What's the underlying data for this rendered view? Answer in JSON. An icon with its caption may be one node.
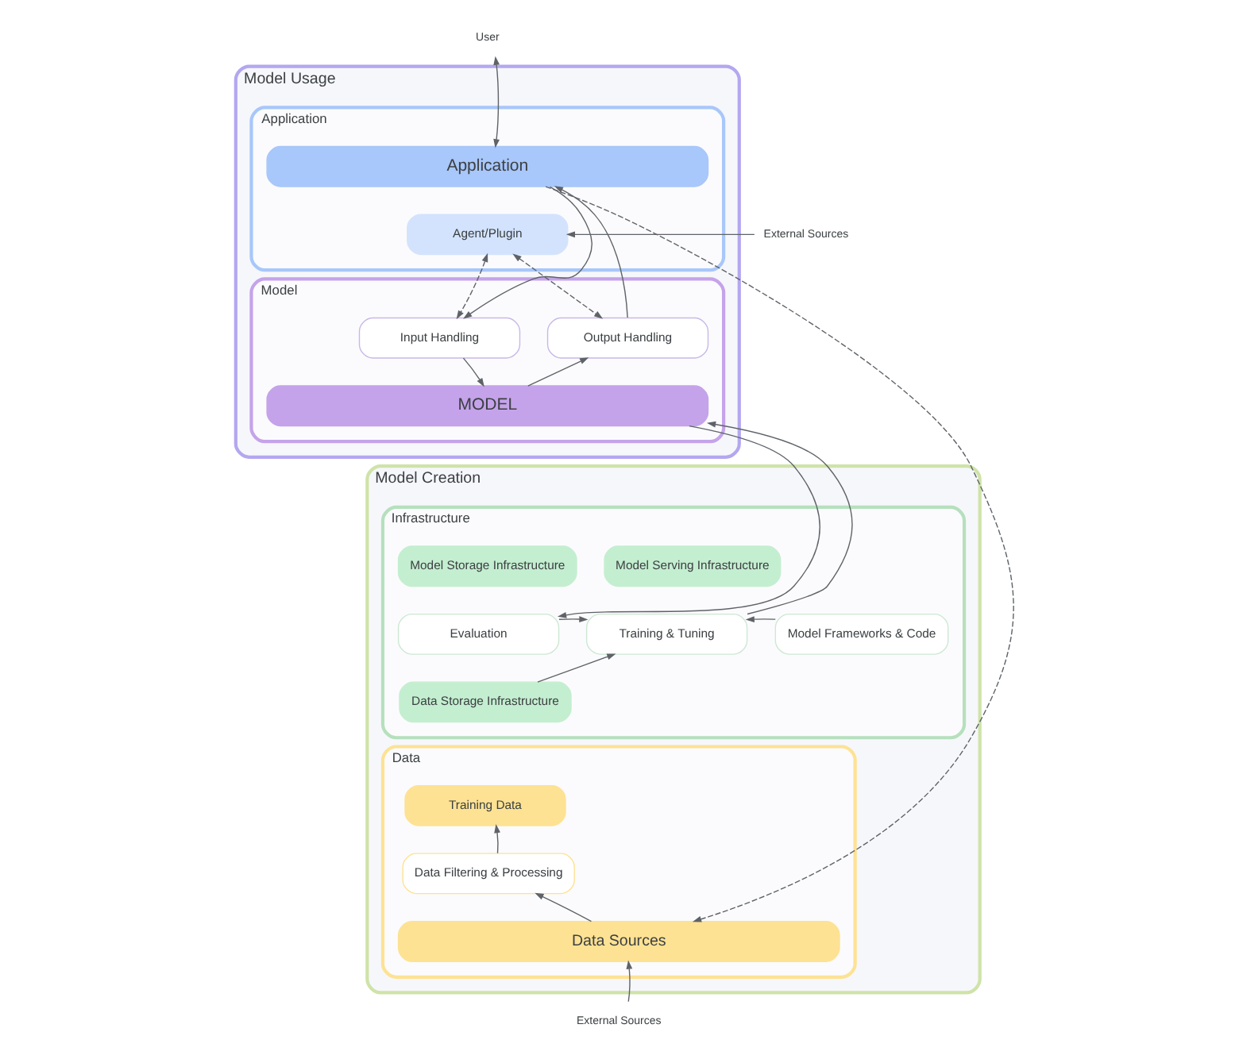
{
  "diagram": {
    "nodes": [
      {
        "text": [
          "User"
        ]
      },
      {
        "text": [
          "Model Usage"
        ]
      },
      {
        "text": [
          "Application"
        ],
        "in": 1
      },
      {
        "text": [
          "Application"
        ],
        "in": 2
      },
      {
        "text": [
          "Agent/Plugin"
        ],
        "in": 2
      },
      {
        "text": [
          "Model"
        ],
        "in": 1
      },
      {
        "text": [
          "Input Handling"
        ],
        "in": 5
      },
      {
        "text": [
          "Output Handling"
        ],
        "in": 5
      },
      {
        "text": [
          "MODEL"
        ],
        "in": 5
      },
      {
        "text": [
          "External Sources"
        ]
      },
      {
        "text": [
          "Model Creation"
        ]
      },
      {
        "text": [
          "Infrastructure"
        ],
        "in": 10
      },
      {
        "text": [
          "Model Storage Infrastructure"
        ],
        "in": 11
      },
      {
        "text": [
          "Model Serving Infrastructure"
        ],
        "in": 11
      },
      {
        "text": [
          "Evaluation"
        ],
        "in": 11
      },
      {
        "text": [
          "Training & Tuning"
        ],
        "in": 11
      },
      {
        "text": [
          "Model Frameworks & Code"
        ],
        "in": 11
      },
      {
        "text": [
          "Data Storage Infrastructure"
        ],
        "in": 11
      },
      {
        "text": [
          "Data"
        ],
        "in": 10
      },
      {
        "text": [
          "Training Data"
        ],
        "in": 18
      },
      {
        "text": [
          "Data Filtering & Processing"
        ],
        "in": 18
      },
      {
        "text": [
          "Data Sources"
        ],
        "in": 18
      },
      {
        "text": [
          "External Sources"
        ]
      }
    ],
    "edges": [
      {
        "from": 0,
        "to": 3,
        "arrow": "both"
      },
      {
        "from": 9,
        "to": 4,
        "arrow": "to"
      },
      {
        "from": 3,
        "to": 6,
        "arrow": "to"
      },
      {
        "from": 7,
        "to": 3,
        "arrow": "to"
      },
      {
        "from": 4,
        "to": 6,
        "arrow": "both",
        "style": "dashed"
      },
      {
        "from": 4,
        "to": 7,
        "arrow": "both",
        "style": "dashed"
      },
      {
        "from": 6,
        "to": 8,
        "arrow": "to"
      },
      {
        "from": 8,
        "to": 7,
        "arrow": "to"
      },
      {
        "from": 8,
        "to": 14,
        "arrow": "to"
      },
      {
        "from": 15,
        "to": 8,
        "arrow": "to"
      },
      {
        "from": 14,
        "to": 15,
        "arrow": "to"
      },
      {
        "from": 16,
        "to": 15,
        "arrow": "to"
      },
      {
        "from": 17,
        "to": 15,
        "arrow": "to"
      },
      {
        "from": 20,
        "to": 19,
        "arrow": "to"
      },
      {
        "from": 21,
        "to": 20,
        "arrow": "to"
      },
      {
        "from": 22,
        "to": 21,
        "arrow": "to"
      },
      {
        "from": 3,
        "to": 21,
        "arrow": "to",
        "style": "dashed"
      }
    ]
  }
}
